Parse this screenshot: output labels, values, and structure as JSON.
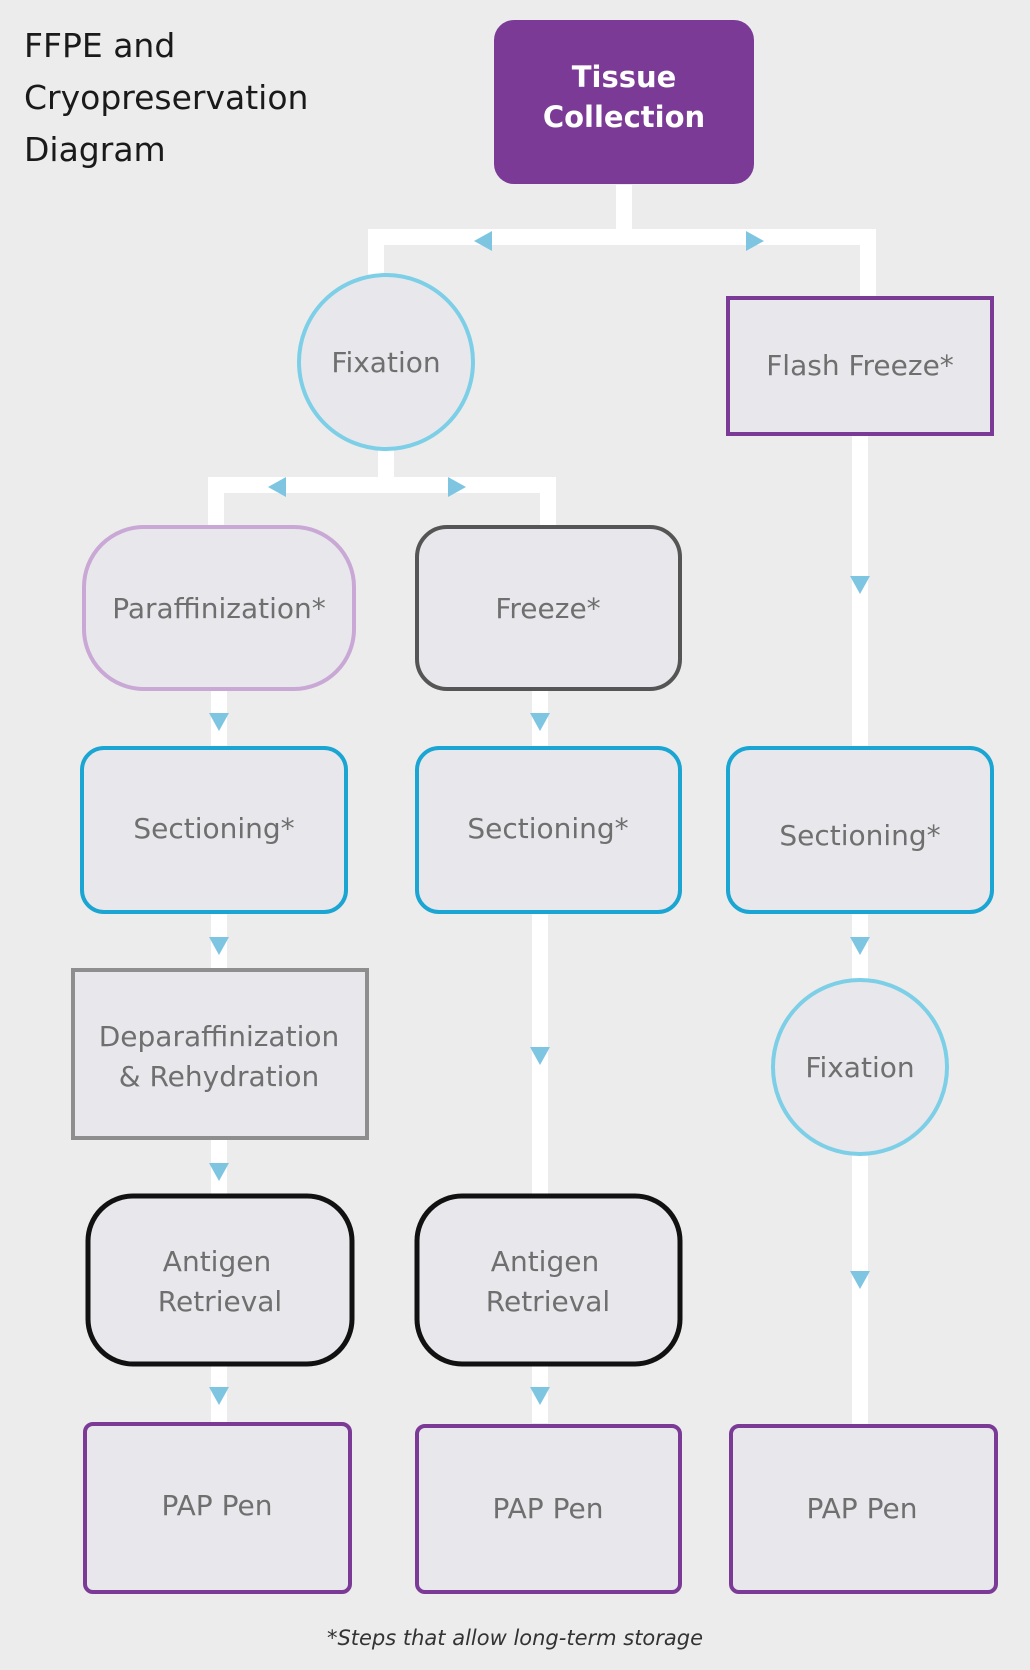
{
  "title": "FFPE and\nCryopreservation\nDiagram",
  "footnote": "*Steps that allow long-term storage",
  "colors": {
    "background": "#ececec",
    "node_fill": "#e8e8ec",
    "connector": "#ffffff",
    "arrow": "#7ec5e2",
    "purple": "#7b3a96",
    "light_blue": "#7ccfe6",
    "blue": "#1aa5d2",
    "lavender": "#c9a8d6",
    "dark_gray": "#555555",
    "gray": "#8e8e8e",
    "black": "#111111"
  },
  "nodes": {
    "tissue_collection": {
      "label": [
        "Tissue",
        "Collection"
      ]
    },
    "fixation_1": {
      "label": [
        "Fixation"
      ]
    },
    "flash_freeze": {
      "label": [
        "Flash Freeze*"
      ]
    },
    "paraffinization": {
      "label": [
        "Paraffinization*"
      ]
    },
    "freeze": {
      "label": [
        "Freeze*"
      ]
    },
    "sectioning_1": {
      "label": [
        "Sectioning*"
      ]
    },
    "sectioning_2": {
      "label": [
        "Sectioning*"
      ]
    },
    "sectioning_3": {
      "label": [
        "Sectioning*"
      ]
    },
    "deparaffinization": {
      "label": [
        "Deparaffinization",
        "& Rehydration"
      ]
    },
    "fixation_2": {
      "label": [
        "Fixation"
      ]
    },
    "antigen_retrieval_1": {
      "label": [
        "Antigen",
        "Retrieval"
      ]
    },
    "antigen_retrieval_2": {
      "label": [
        "Antigen",
        "Retrieval"
      ]
    },
    "pap_pen_1": {
      "label": [
        "PAP Pen"
      ]
    },
    "pap_pen_2": {
      "label": [
        "PAP Pen"
      ]
    },
    "pap_pen_3": {
      "label": [
        "PAP Pen"
      ]
    }
  },
  "edges": [
    [
      "tissue_collection",
      "fixation_1"
    ],
    [
      "tissue_collection",
      "flash_freeze"
    ],
    [
      "fixation_1",
      "paraffinization"
    ],
    [
      "fixation_1",
      "freeze"
    ],
    [
      "paraffinization",
      "sectioning_1"
    ],
    [
      "sectioning_1",
      "deparaffinization"
    ],
    [
      "deparaffinization",
      "antigen_retrieval_1"
    ],
    [
      "antigen_retrieval_1",
      "pap_pen_1"
    ],
    [
      "freeze",
      "sectioning_2"
    ],
    [
      "sectioning_2",
      "antigen_retrieval_2"
    ],
    [
      "antigen_retrieval_2",
      "pap_pen_2"
    ],
    [
      "flash_freeze",
      "sectioning_3"
    ],
    [
      "sectioning_3",
      "fixation_2"
    ],
    [
      "fixation_2",
      "pap_pen_3"
    ]
  ]
}
